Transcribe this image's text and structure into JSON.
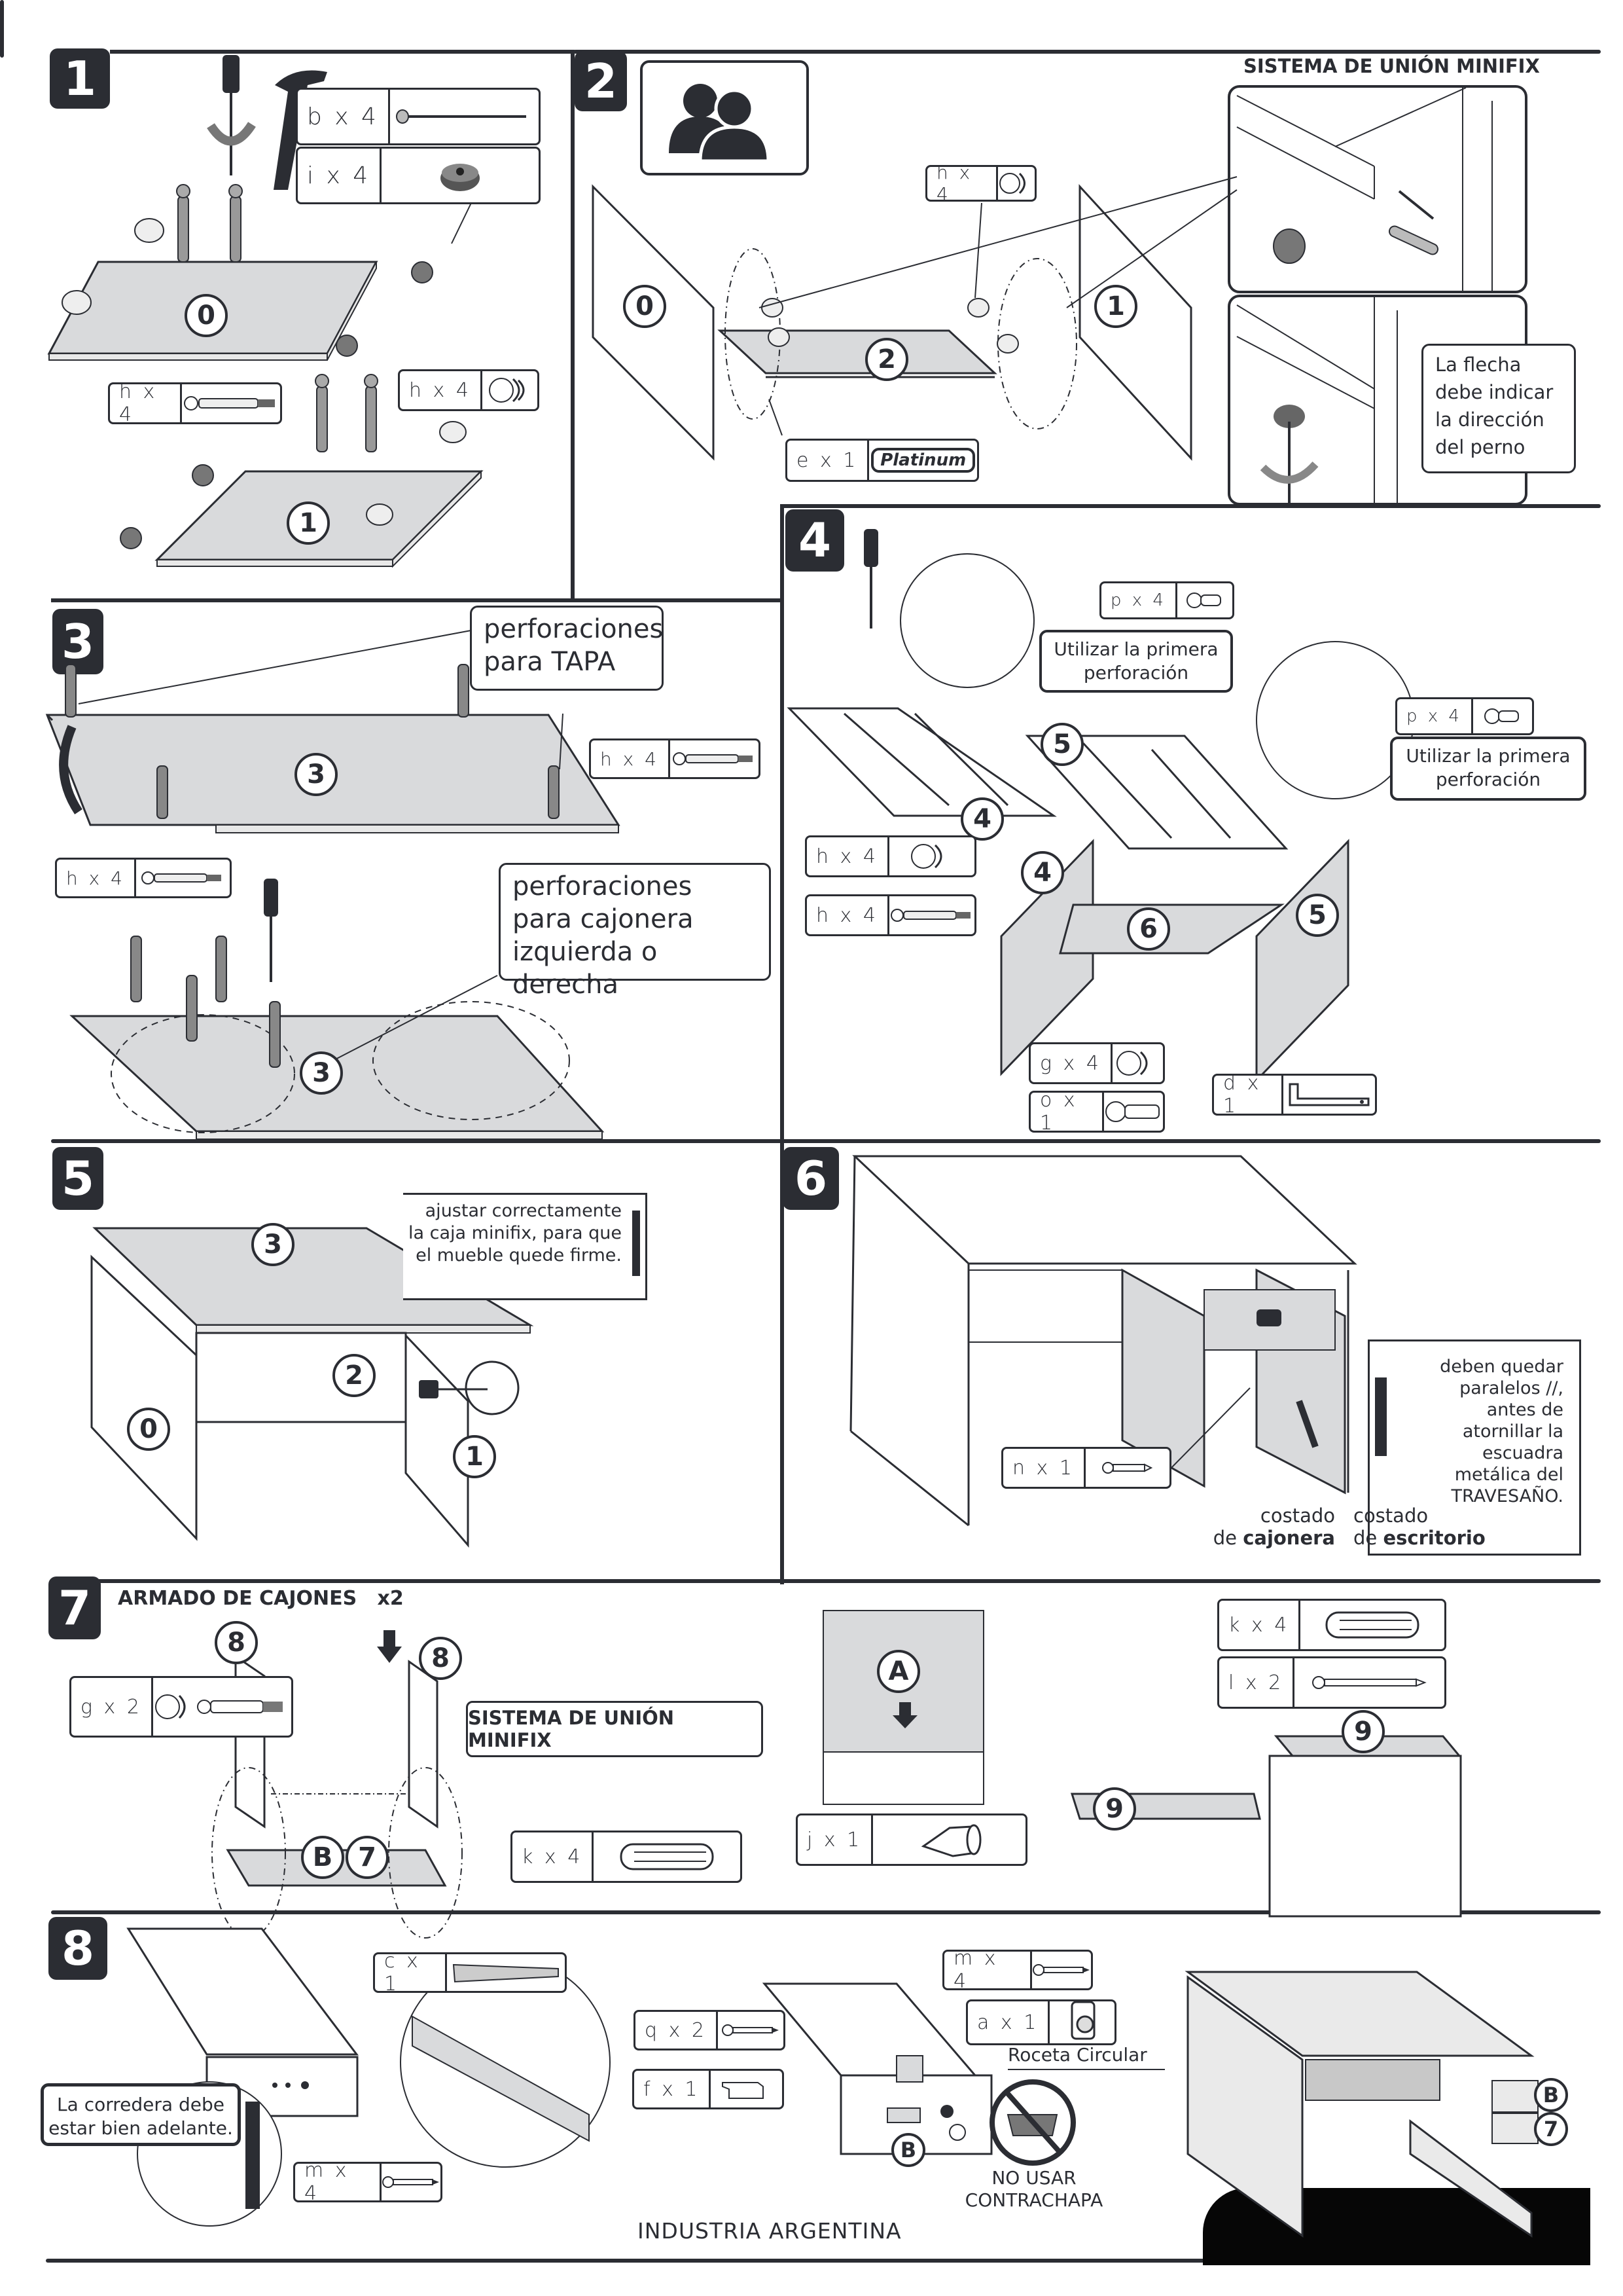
{
  "document": {
    "type": "furniture assembly instructions",
    "footer": "INDUSTRIA ARGENTINA",
    "colors": {
      "ink": "#2b2d33",
      "panel_fill": "#d9dadc",
      "tab_black": "#060606"
    }
  },
  "steps": [
    {
      "number": "1",
      "parts": [
        {
          "label": "b x 4",
          "icon": "nail-icon"
        },
        {
          "label": "i x 4",
          "icon": "glide-foot-icon"
        },
        {
          "label": "h x 4",
          "icon": "minifix-bolt-icon"
        },
        {
          "label": "h x 4",
          "icon": "minifix-cam-icon"
        }
      ],
      "panels": [
        "0",
        "1"
      ],
      "tools": [
        "screwdriver-icon",
        "hammer-icon"
      ]
    },
    {
      "number": "2",
      "icon": "two-people-icon",
      "heading": "SISTEMA DE UNIÓN MINIFIX",
      "parts": [
        {
          "label": "h x 4",
          "icon": "minifix-cam-icon"
        },
        {
          "label": "e x 1",
          "icon": "platinum-label-icon",
          "icon_text": "Platinum"
        }
      ],
      "panels": [
        "0",
        "1",
        "2"
      ],
      "callout": "La flecha debe indicar la dirección del perno"
    },
    {
      "number": "3",
      "callouts": [
        "perforaciones para TAPA",
        "perforaciones para cajonera izquierda o derecha"
      ],
      "parts": [
        {
          "label": "h x 4",
          "icon": "minifix-bolt-icon"
        },
        {
          "label": "h x 4",
          "icon": "minifix-bolt-icon"
        }
      ],
      "panels": [
        "3",
        "3"
      ]
    },
    {
      "number": "4",
      "parts": [
        {
          "label": "p x 4",
          "icon": "euro-screw-icon"
        },
        {
          "label": "p x 4",
          "icon": "euro-screw-icon"
        },
        {
          "label": "h x 4",
          "icon": "minifix-cam-icon"
        },
        {
          "label": "h x 4",
          "icon": "minifix-bolt-icon"
        },
        {
          "label": "g x 4",
          "icon": "minifix-cam-icon"
        },
        {
          "label": "o x 1",
          "icon": "euro-screw-icon"
        },
        {
          "label": "d x 1",
          "icon": "angle-bracket-icon"
        }
      ],
      "callouts": [
        "Utilizar la primera perforación",
        "Utilizar la primera perforación"
      ],
      "panels": [
        "4",
        "5",
        "4",
        "6",
        "5"
      ]
    },
    {
      "number": "5",
      "callout": "ajustar correctamente la caja minifix, para que el mueble quede firme.",
      "panels": [
        "3",
        "2",
        "0",
        "1"
      ]
    },
    {
      "number": "6",
      "parts": [
        {
          "label": "n x 1",
          "icon": "wood-screw-icon"
        }
      ],
      "callout": "deben quedar paralelos //, antes de atornillar la escuadra metálica del TRAVESAÑO.",
      "label_left": {
        "line1": "costado",
        "line2_prefix": "de ",
        "line2_bold": "cajonera"
      },
      "label_right": {
        "line1": "costado",
        "line2_prefix": "de ",
        "line2_bold": "escritorio"
      }
    },
    {
      "number": "7",
      "heading": "ARMADO DE CAJONES",
      "multiplier": "x2",
      "boxed_heading": "SISTEMA DE UNIÓN MINIFIX",
      "parts": [
        {
          "label": "g x 2",
          "icon": "minifix-set-icon"
        },
        {
          "label": "k x 4",
          "icon": "wood-dowel-icon"
        },
        {
          "label": "j x 1",
          "icon": "knob-icon"
        },
        {
          "label": "k x 4",
          "icon": "wood-dowel-icon"
        },
        {
          "label": "l x 2",
          "icon": "long-screw-icon"
        }
      ],
      "panels": [
        "8",
        "8",
        "B",
        "7",
        "A",
        "9",
        "9"
      ]
    },
    {
      "number": "8",
      "parts": [
        {
          "label": "c x 1",
          "icon": "drawer-slide-icon"
        },
        {
          "label": "m x 4",
          "icon": "screw-icon"
        },
        {
          "label": "m x 4",
          "icon": "screw-icon"
        },
        {
          "label": "a x 1",
          "icon": "drawer-lock-icon"
        },
        {
          "label": "q x 2",
          "icon": "screw-icon"
        },
        {
          "label": "f x 1",
          "icon": "lock-strike-block-icon"
        }
      ],
      "callout": "La corredera debe estar bien adelante.",
      "roceta_label": "Roceta Circular",
      "warning": "NO USAR CONTRACHAPA",
      "panels": [
        "B",
        "B",
        "7"
      ]
    }
  ]
}
